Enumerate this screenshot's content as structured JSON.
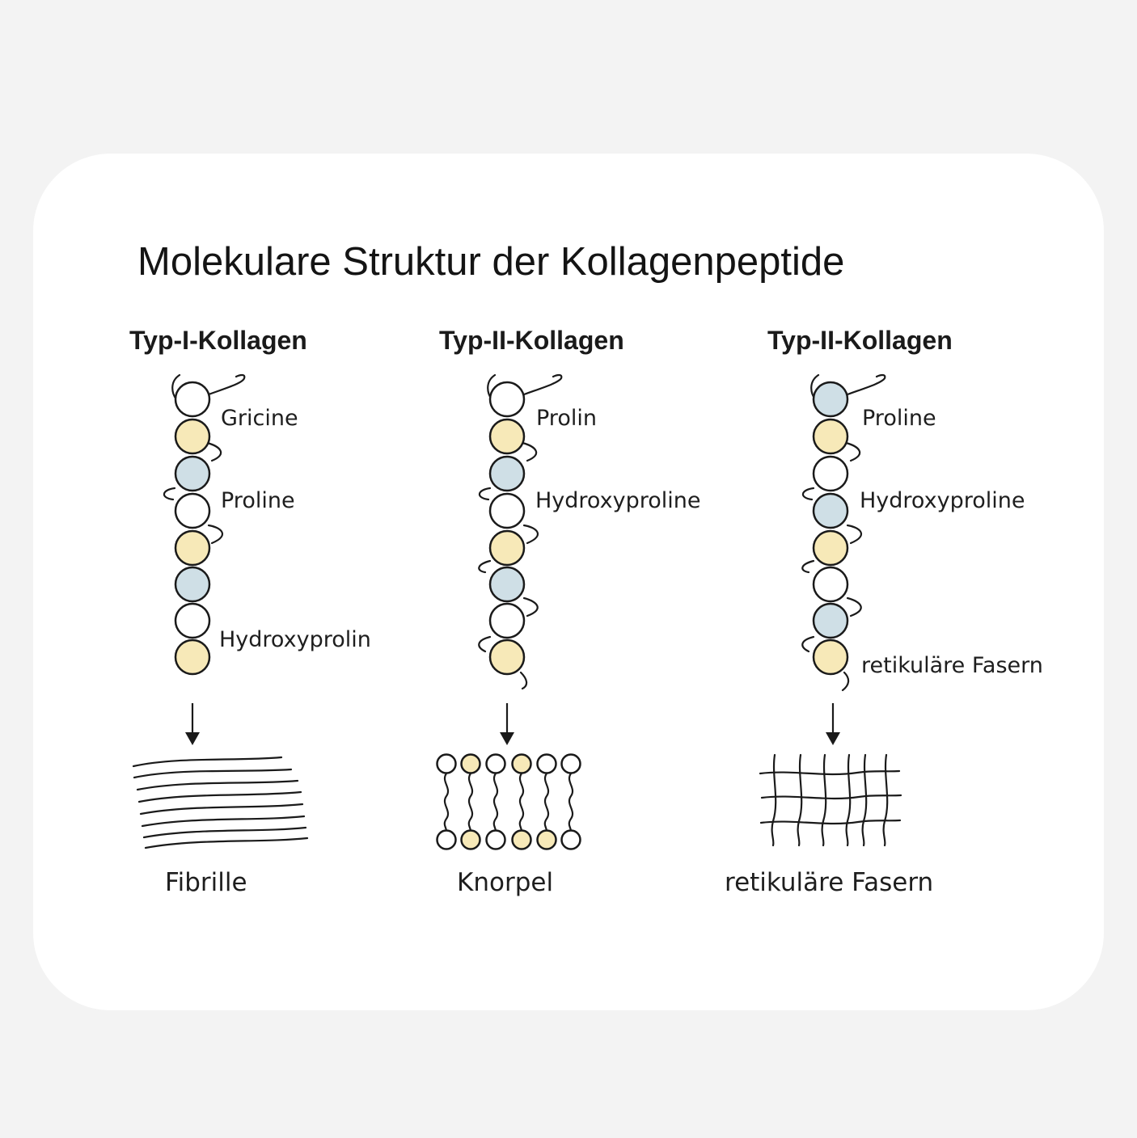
{
  "title": "Molekulare Struktur der Kollagenpeptide",
  "colors": {
    "page_background": "#f3f3f3",
    "card_background": "#ffffff",
    "bead_yellow": "#f7e9b8",
    "bead_blue": "#cfdfe6",
    "bead_white": "#ffffff",
    "line": "#1a1a1a"
  },
  "columns": [
    {
      "heading": "Typ-I-Kollagen",
      "bead_sequence": [
        "white",
        "yellow",
        "blue",
        "white",
        "yellow",
        "blue",
        "white",
        "yellow"
      ],
      "labels": [
        "Gricine",
        "Proline",
        "Hydroxyprolin"
      ],
      "structure": "wavy-fibrils",
      "caption": "Fibrille"
    },
    {
      "heading": "Typ-II-Kollagen",
      "bead_sequence": [
        "white",
        "yellow",
        "blue",
        "white",
        "yellow",
        "blue",
        "white",
        "yellow"
      ],
      "labels": [
        "Prolin",
        "Hydroxyproline"
      ],
      "structure": "bead-chains",
      "caption": "Knorpel"
    },
    {
      "heading": "Typ-II-Kollagen",
      "bead_sequence": [
        "blue",
        "yellow",
        "white",
        "blue",
        "yellow",
        "white",
        "blue",
        "yellow"
      ],
      "labels": [
        "Proline",
        "Hydroxyproline",
        "retikuläre Fasern"
      ],
      "structure": "mesh",
      "caption": "retikuläre Fasern"
    }
  ]
}
